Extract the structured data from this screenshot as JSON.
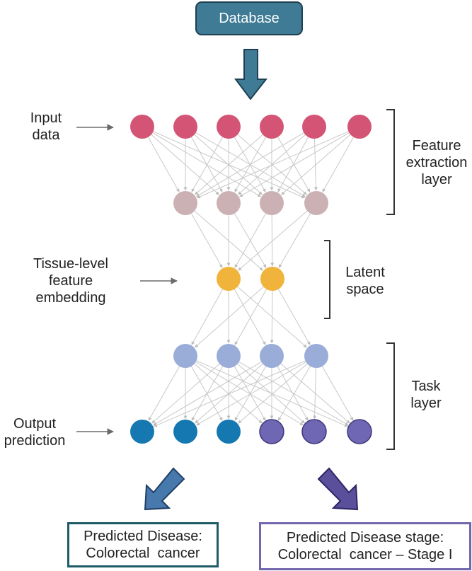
{
  "database_label": "Database",
  "left_labels": {
    "input": [
      "Input",
      "data"
    ],
    "embedding": [
      "Tissue-level",
      "feature",
      "embedding"
    ],
    "output": [
      "Output",
      "prediction"
    ]
  },
  "right_labels": {
    "feature": [
      "Feature",
      "extraction",
      "layer"
    ],
    "latent": [
      "Latent",
      "space"
    ],
    "task": [
      "Task",
      "layer"
    ]
  },
  "results": {
    "disease": [
      "Predicted Disease:",
      "Colorectal  cancer"
    ],
    "stage": [
      "Predicted Disease stage:",
      "Colorectal  cancer – Stage I"
    ]
  },
  "colors": {
    "input_node": "#d45475",
    "hidden_node": "#cbb1b3",
    "latent_node": "#f0b43c",
    "task_node": "#9aacd8",
    "output_disease_node": "#1578b0",
    "output_stage_node": "#6f67b4",
    "arrow_blue": "#3f7b94",
    "arrow_purple": "#5a4f9a",
    "edge": "#c8c8c8"
  },
  "network": {
    "layer_sizes": [
      6,
      4,
      2,
      4,
      6
    ],
    "output_classes": [
      "disease",
      "disease",
      "disease",
      "stage",
      "stage",
      "stage"
    ]
  }
}
